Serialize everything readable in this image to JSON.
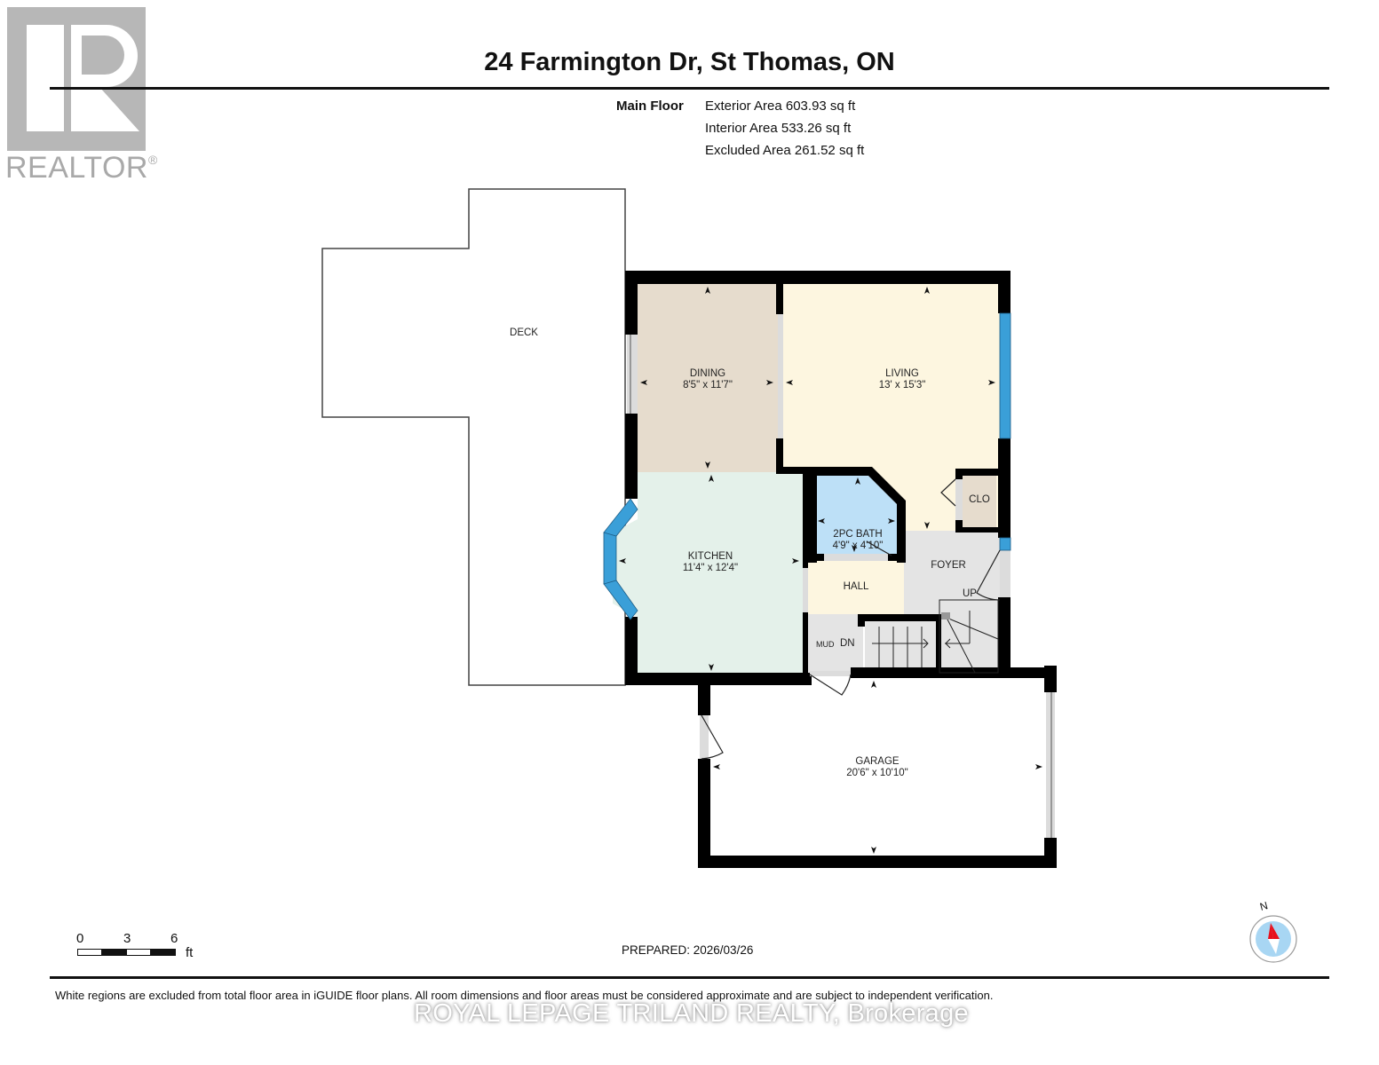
{
  "header": {
    "title": "24 Farmington Dr, St Thomas, ON",
    "logo": {
      "icon": "realtor-r-logo-icon",
      "text": "REALTOR",
      "reg_mark": "®"
    }
  },
  "summary": {
    "floor_label": "Main Floor",
    "areas": [
      "Exterior Area 603.93 sq ft",
      "Interior Area 533.26 sq ft",
      "Excluded Area 261.52 sq ft"
    ]
  },
  "rooms": {
    "deck": {
      "name": "DECK"
    },
    "dining": {
      "name": "DINING",
      "dims": "8'5\" x 11'7\"",
      "color": "#e6dccd"
    },
    "living": {
      "name": "LIVING",
      "dims": "13' x 15'3\"",
      "color": "#fdf6e0"
    },
    "kitchen": {
      "name": "KITCHEN",
      "dims": "11'4\" x 12'4\"",
      "color": "#e4f1ea"
    },
    "bath": {
      "name": "2PC BATH",
      "dims": "4'9\" x 4'10\"",
      "color": "#bde0f7"
    },
    "clo": {
      "name": "CLO",
      "color": "#e6dccd"
    },
    "foyer": {
      "name": "FOYER",
      "color": "#e4e4e4"
    },
    "hall": {
      "name": "HALL",
      "color": "#fdf6e0"
    },
    "mud": {
      "name": "MUD"
    },
    "dn": {
      "name": "DN"
    },
    "up": {
      "name": "UP"
    },
    "garage": {
      "name": "GARAGE",
      "dims": "20'6\" x 10'10\""
    }
  },
  "colors": {
    "wall": "#000000",
    "window": "#3a9fd8",
    "opening": "#dcdcdc"
  },
  "scale": {
    "ticks": [
      "0",
      "3",
      "6"
    ],
    "unit": "ft"
  },
  "compass": {
    "label": "N",
    "icon": "compass-north-icon"
  },
  "footer": {
    "prepared": "PREPARED: 2026/03/26",
    "disclaimer": "White regions are excluded from total floor area in iGUIDE floor plans. All room dimensions and floor areas must be considered approximate and are subject to independent verification.",
    "watermark": "ROYAL LEPAGE TRILAND REALTY, Brokerage"
  }
}
